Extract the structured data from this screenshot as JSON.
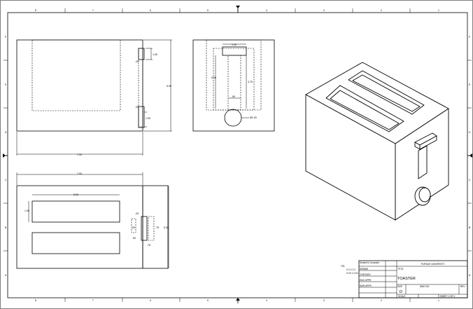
{
  "drawing": {
    "title": "TOASTER",
    "school": "PURDUE UNIVERSITY",
    "course": "Student's Computer",
    "sheet_label": "SHEET 1 OF 1",
    "scale_label": "SCALE",
    "size_label": "SIZE",
    "size": "D",
    "rev_label": "REV",
    "drawn_label": "DRAWN",
    "checked_label": "CHECKED",
    "eng_appr_label": "ENG APPR",
    "mgr_appr_label": "MGR APPR",
    "dwg_no_label": "DWG NO",
    "title_label": "TITLE",
    "tolerance_label": "TOL",
    "tolerance_1": "X.X ± 0.1",
    "tolerance_2": "X.XX ± 0.01"
  },
  "zones": {
    "columns": [
      "8",
      "7",
      "6",
      "5",
      "4",
      "3",
      "2",
      "1"
    ],
    "rows": [
      "F",
      "E",
      "D",
      "C",
      "B",
      "A"
    ]
  },
  "dimensions": {
    "front_width": "7.00",
    "front_height": "5.00",
    "lever_len": "1.00",
    "lever_gap": ".25",
    "lever_slot": "1.00",
    "side_slot_w": "1.00",
    "side_depth": "5.00",
    "side_slot_h": "3.75",
    "side_lever": ".50",
    "knob_dia": "Ø1.00",
    "top_width": "7.00",
    "top_slot_len": "5.00",
    "top_slot_w": "1.00",
    "top_depth": "5.00",
    "top_lever_w": ".25",
    "top_lever_l": ".75",
    "top_lever_off": ".50",
    "top_small": ".25"
  },
  "colors": {
    "line": "#000000",
    "paper": "#ffffff"
  }
}
